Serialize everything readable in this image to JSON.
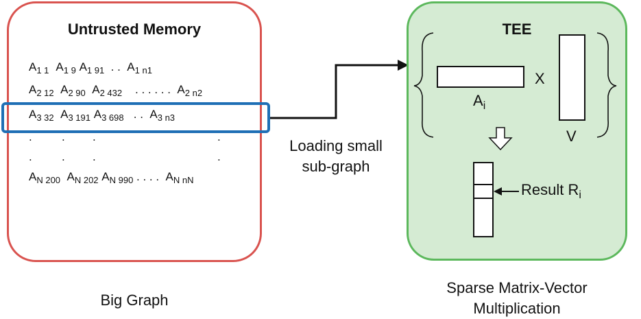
{
  "untrusted": {
    "title": "Untrusted Memory",
    "rows": [
      [
        [
          "A",
          "1 1"
        ],
        [
          "A",
          "1 9"
        ],
        [
          "A",
          "1 91"
        ],
        ". .",
        [
          "A",
          "1 n1"
        ]
      ],
      [
        [
          "A",
          "2 12"
        ],
        [
          "A",
          "2 90"
        ],
        [
          "A",
          "2 432"
        ],
        ". . . . . .",
        [
          "A",
          "2 n2"
        ]
      ],
      [
        [
          "A",
          "3 32"
        ],
        [
          "A",
          "3 191"
        ],
        [
          "A",
          "3 698"
        ],
        ". .",
        [
          "A",
          "3 n3"
        ]
      ],
      [
        ".",
        ".",
        ".",
        "."
      ],
      [
        ".",
        ".",
        ".",
        "."
      ],
      [
        [
          "A",
          "N 200"
        ],
        [
          "A",
          "N 202"
        ],
        [
          "A",
          "N 990"
        ],
        ". . . .",
        [
          "A",
          "N nN"
        ]
      ]
    ],
    "caption": "Big Graph"
  },
  "arrow_label": "Loading small\nsub-graph",
  "tee": {
    "title": "TEE",
    "matrix_label": "A",
    "matrix_sub": "i",
    "times": "X",
    "vector_label": "V",
    "result_label": "Result R",
    "result_sub": "i",
    "caption": "Sparse Matrix-Vector\nMultiplication"
  },
  "colors": {
    "untrusted_border": "#d9534f",
    "tee_border": "#5cb85c",
    "tee_fill": "#d5ebd3",
    "highlight": "#1f6fb5"
  }
}
